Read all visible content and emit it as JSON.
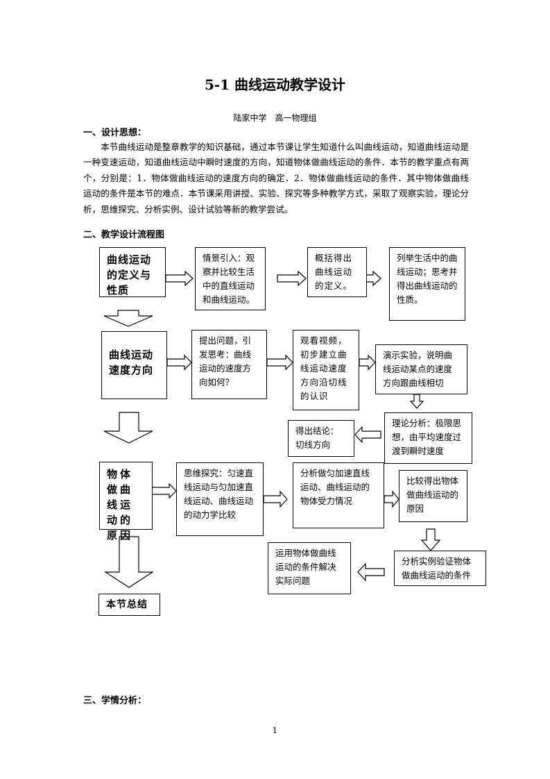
{
  "title": "5-1 曲线运动教学设计",
  "subtitle": "陆家中学　高一物理组",
  "section1": {
    "heading": "一、设计思想：",
    "paragraph": "本节曲线运动是整章教学的知识基础，通过本节课让学生知道什么叫曲线运动，知道曲线运动是一种变速运动，知道曲线运动中瞬时速度的方向，知道物体做曲线运动的条件．本节的教学重点有两个，分别是：1．物体做曲线运动的速度方向的确定．2．物体做曲线运动的条件．其中物体做曲线运动的条件是本节的难点．本节课采用讲授、实验、探究等多种教学方式，采取了观察实验，理论分析，思维探究、分析实例、设计试验等新的教学尝试。"
  },
  "section2": {
    "heading": "二、教学设计流程图"
  },
  "flow": {
    "row1": {
      "main": "曲线运动的定义与性质",
      "step1": "情景引入：观察并比较生活中的直线运动和曲线运动。",
      "step2": "概括得出曲线运动的定义。",
      "step3": "列举生活中的曲线运动；思考并得出曲线运动的性质。"
    },
    "row2": {
      "main": "曲线运动速度方向",
      "step1": "提出问题，引发思考：曲线运动的速度方向如何？",
      "step2": "观看视频，初步建立曲线运动速度方向沿切线的认识",
      "step3": "演示实验，说明曲线运动某点的速度方向跟曲线相切",
      "step4": "理论分析：极限思想，由平均速度过渡到瞬时速度",
      "step5": "得出结论：切线方向"
    },
    "row3": {
      "main": "物体做曲线运动的原因",
      "step1": "思维探究：匀速直线运动与匀加速直线运动、曲线运动的动力学比较",
      "step2": "分析做匀加速直线运动、曲线运动的物体受力情况",
      "step3": "比较得出物体做曲线运动的原因",
      "step4": "分析实例验证物体做曲线运动的条件",
      "step5": "运用物体做曲线运动的条件解决实际问题"
    },
    "summary": "本节总结"
  },
  "section3": {
    "heading": "三、学情分析："
  },
  "page_number": "1"
}
